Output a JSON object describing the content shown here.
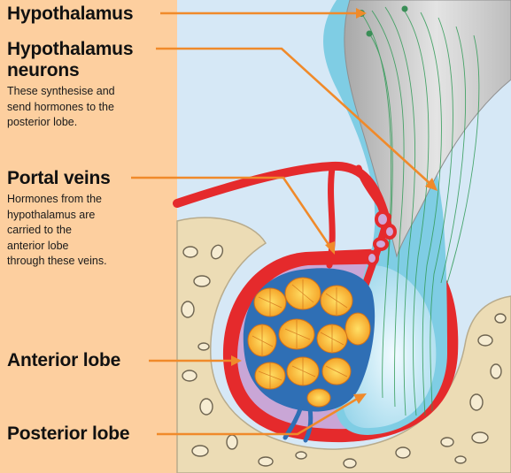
{
  "labels": {
    "hypothalamus": {
      "title": "Hypothalamus"
    },
    "hypothalamus_neurons": {
      "title_line1": "Hypothalamus",
      "title_line2": "neurons",
      "desc": [
        "These synthesise and",
        "send hormones to the",
        "posterior lobe."
      ]
    },
    "portal_veins": {
      "title": "Portal veins",
      "desc": [
        "Hormones from the",
        "hypothalamus are",
        "carried to the",
        "anterior lobe",
        "through these veins."
      ]
    },
    "anterior_lobe": {
      "title": "Anterior lobe"
    },
    "posterior_lobe": {
      "title": "Posterior lobe"
    }
  },
  "colors": {
    "label_panel": "#fdcf9f",
    "background": "#d6e8f6",
    "bone": "#ecdcb5",
    "artery": "#e52a2c",
    "pointer": "#f08a2a",
    "anterior_tissue": "#c9a6d6",
    "posterior_lobe": "#bfe6f2",
    "glandular_cells": "#f9b233"
  }
}
